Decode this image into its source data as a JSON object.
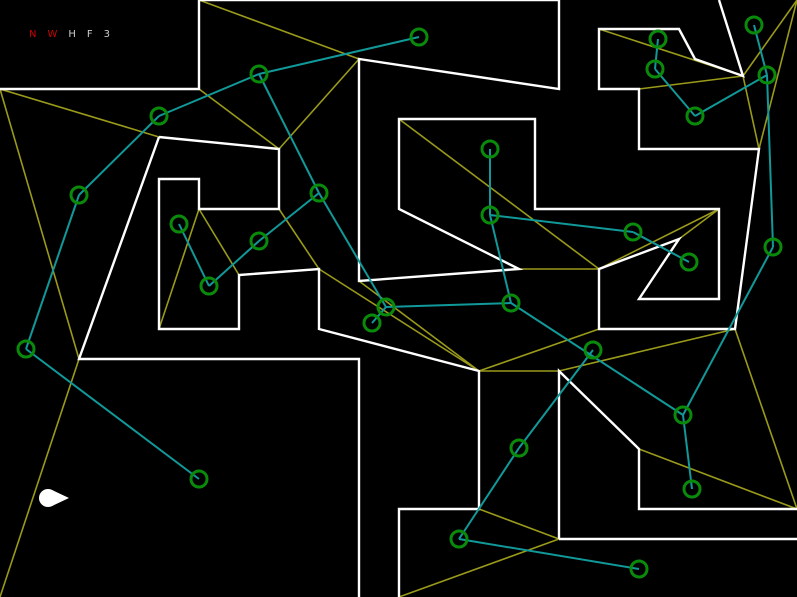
{
  "hud": {
    "items": [
      {
        "label": "N",
        "color": "#cc0000"
      },
      {
        "label": "W",
        "color": "#cc0000"
      },
      {
        "label": "H",
        "color": "#cccccc"
      },
      {
        "label": "F",
        "color": "#cccccc"
      },
      {
        "label": "3",
        "color": "#cccccc"
      }
    ]
  },
  "colors": {
    "background": "#000000",
    "walls": "#ffffff",
    "navmesh": "#9a9a1a",
    "path_edges": "#119999",
    "waypoints": "#0a8a0a",
    "agent": "#ffffff"
  }
}
